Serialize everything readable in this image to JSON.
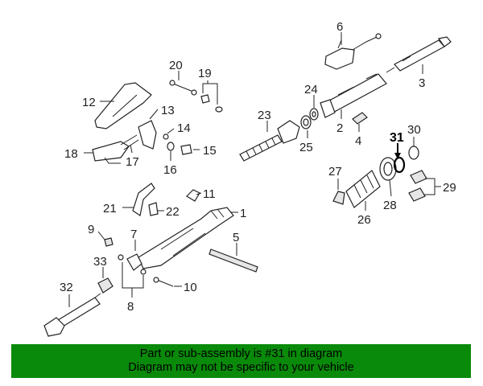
{
  "diagram": {
    "callouts": [
      "1",
      "2",
      "3",
      "4",
      "5",
      "6",
      "7",
      "8",
      "9",
      "10",
      "11",
      "12",
      "13",
      "14",
      "15",
      "16",
      "17",
      "18",
      "19",
      "20",
      "21",
      "22",
      "23",
      "24",
      "25",
      "26",
      "27",
      "28",
      "29",
      "30",
      "31",
      "32",
      "33"
    ],
    "highlighted_callout": "31",
    "highlight_color": "#000000",
    "banner_color": "#0a8a0a"
  },
  "footer": {
    "line1": "Part or sub-assembly is #31 in diagram",
    "line2": "Diagram may not be specific to your vehicle"
  }
}
